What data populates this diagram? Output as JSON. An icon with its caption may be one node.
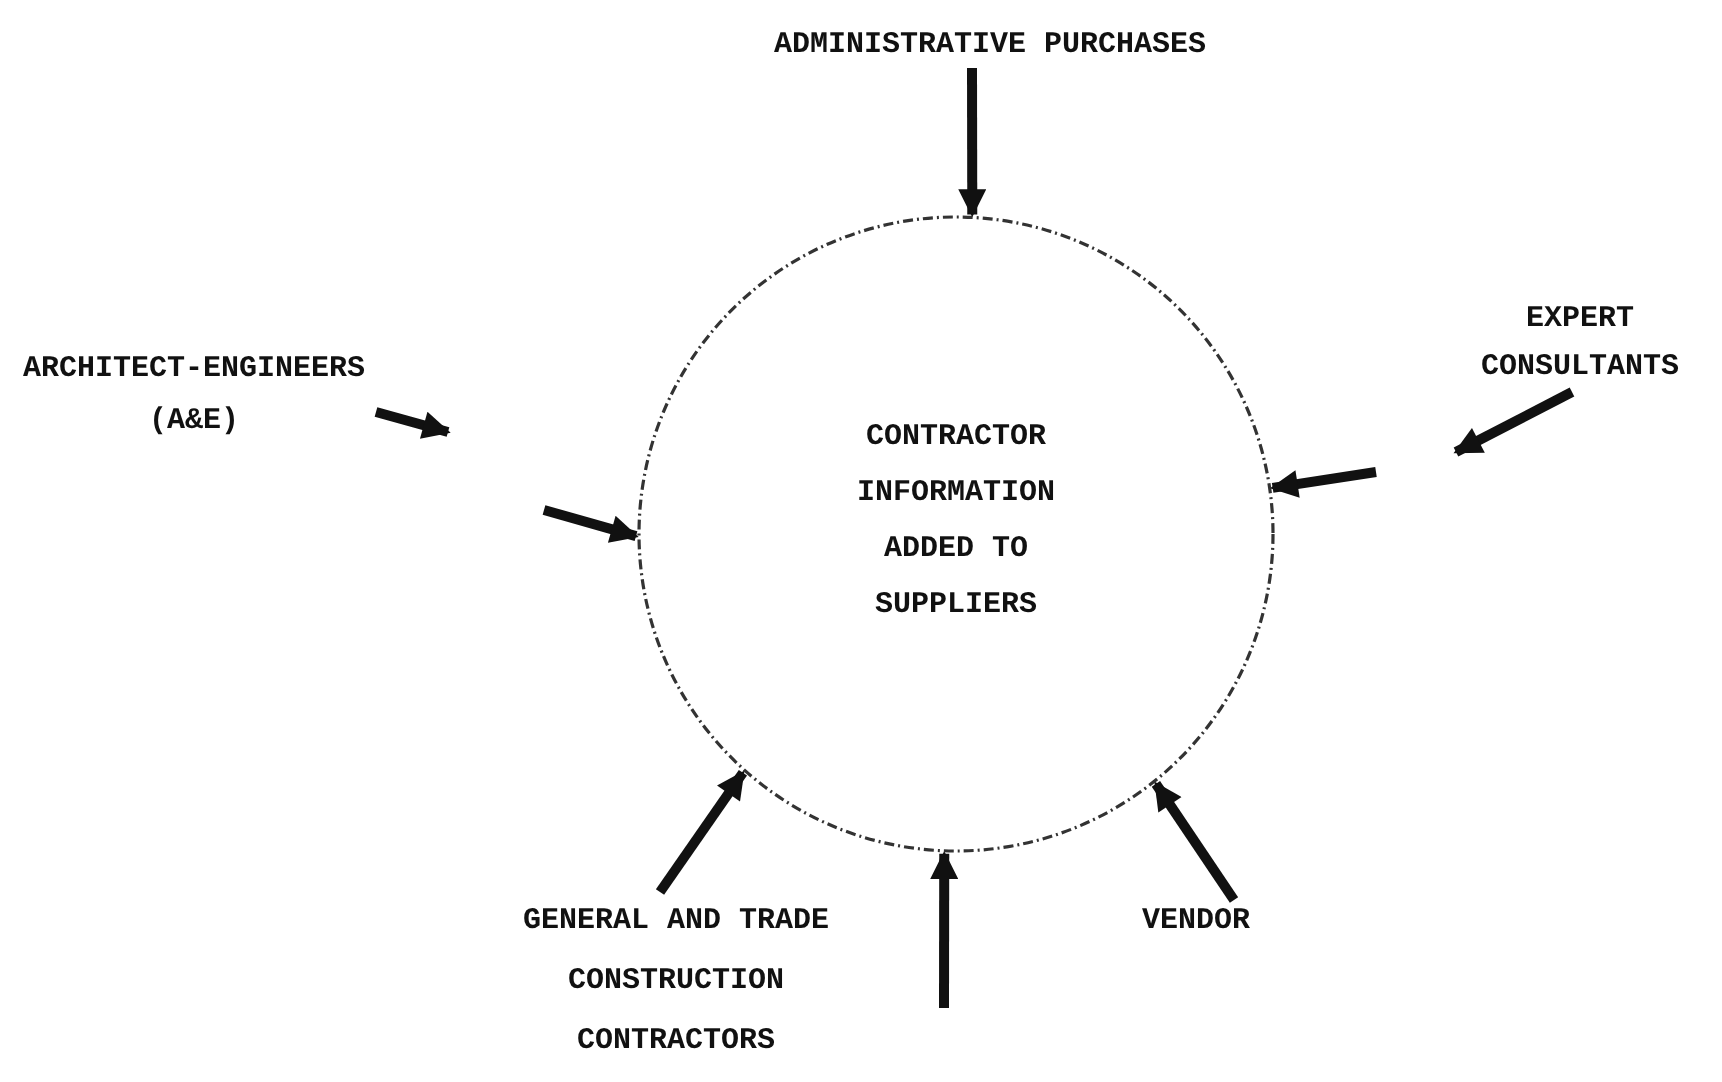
{
  "diagram": {
    "nodes": [
      {
        "text": [
          "CONTRACTOR INFORMATION ADDED TO SUPPLIERS"
        ]
      },
      {
        "text": [
          "ADMINISTRATIVE PURCHASES"
        ]
      },
      {
        "text": [
          "ARCHITECT-ENGINEERS (A&E)"
        ]
      },
      {
        "text": [
          "EXPERT CONSULTANTS"
        ]
      },
      {
        "text": [
          "GENERAL AND TRADE CONSTRUCTION CONTRACTORS"
        ]
      },
      {
        "text": [
          "VENDOR"
        ]
      }
    ],
    "edges": [
      {
        "from": 1,
        "to": 0,
        "arrow": "to"
      },
      {
        "from": 2,
        "to": null,
        "arrow": "to"
      },
      {
        "from": null,
        "to": 0,
        "arrow": "to"
      },
      {
        "from": 3,
        "to": null,
        "arrow": "to"
      },
      {
        "from": null,
        "to": 0,
        "arrow": "to"
      },
      {
        "from": 4,
        "to": 0,
        "arrow": "to"
      },
      {
        "from": null,
        "to": 0,
        "arrow": "to"
      },
      {
        "from": 5,
        "to": 0,
        "arrow": "to"
      }
    ]
  }
}
